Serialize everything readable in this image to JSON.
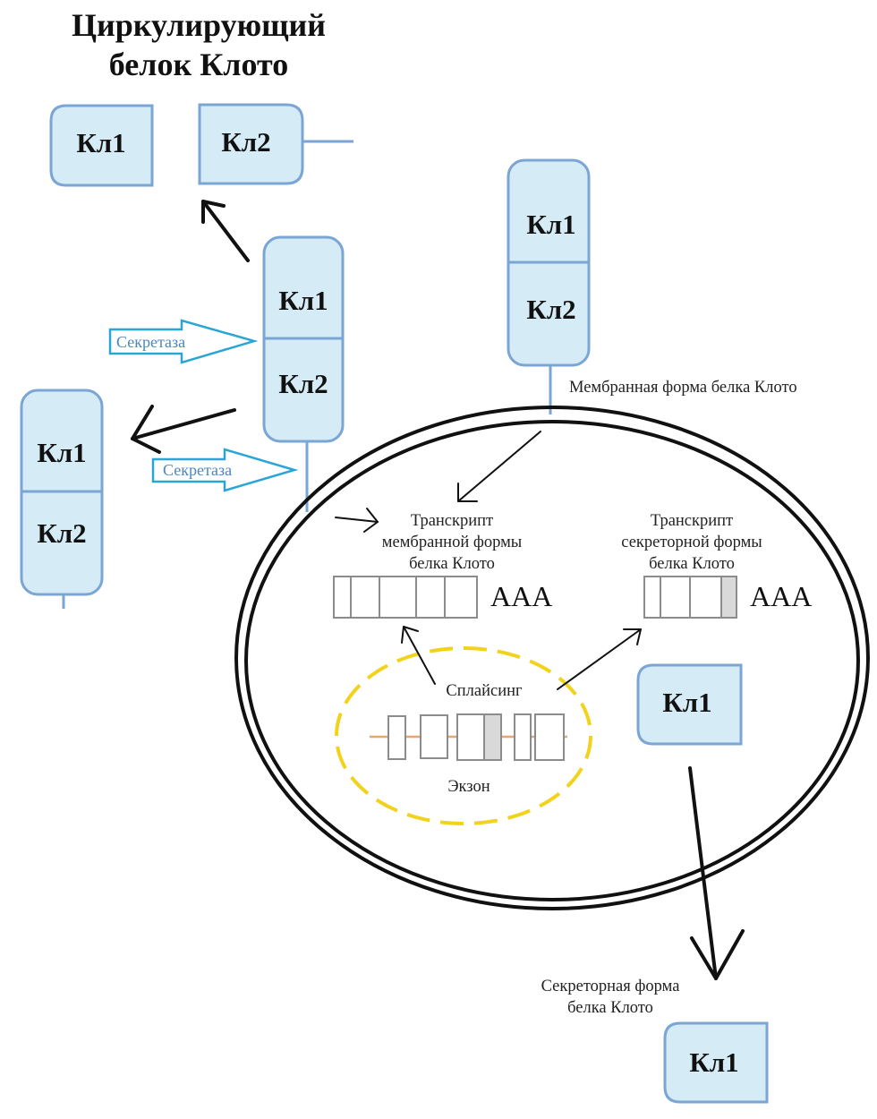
{
  "title": {
    "line1": "Циркулирующий",
    "line2": "белок Клото"
  },
  "domains": {
    "kl1": "Кл1",
    "kl2": "Кл2"
  },
  "labels": {
    "secretase": "Секретаза",
    "membrane_form": "Мембранная форма белка Клото",
    "transcript_membrane": [
      "Транскрипт",
      "мембранной формы",
      "белка Клото"
    ],
    "transcript_secretory": [
      "Транскрипт",
      "секреторной формы",
      "белка Клото"
    ],
    "poly_a": "AAA",
    "splicing": "Сплайсинг",
    "exon": "Экзон",
    "secretory_form": [
      "Секреторная форма",
      "белка Клото"
    ]
  },
  "colors": {
    "domain_fill": "#d5ebf6",
    "domain_stroke": "#7aa5d4",
    "secretase_arrow": "#29a6d6",
    "nucleus_dash": "#f2d21b",
    "intron_line": "#e8a66a"
  }
}
